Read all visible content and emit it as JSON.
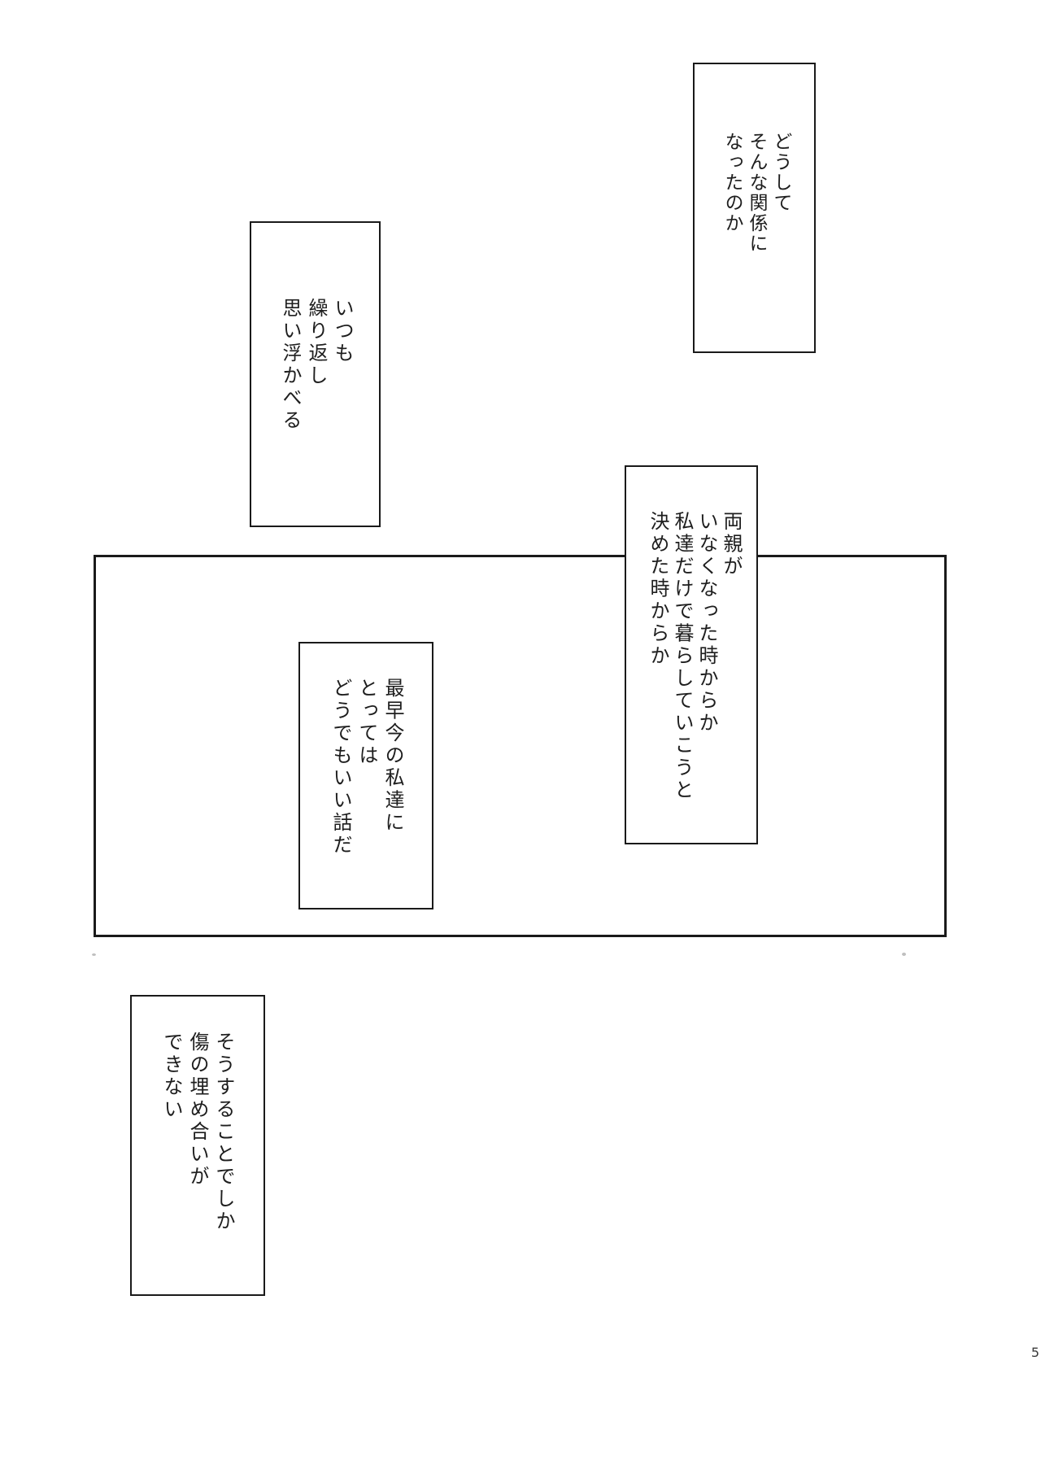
{
  "page": {
    "number": "5"
  },
  "colors": {
    "paper": "#ffffff",
    "ink": "#1e1e1e",
    "frame": "#1a1a1a"
  },
  "captions": [
    {
      "text": "どうして\nそんな関係に\nなったのか"
    },
    {
      "text": "いつも\n繰り返し\n思い浮かべる"
    },
    {
      "text": "両親が\nいなくなった時からか\n私達だけで暮らしていこうと\n決めた時からか"
    },
    {
      "text": "最早今の私達に\nとっては\nどうでもいい話だ"
    },
    {
      "text": "そうすることでしか\n傷の埋め合いが\nできない"
    }
  ]
}
